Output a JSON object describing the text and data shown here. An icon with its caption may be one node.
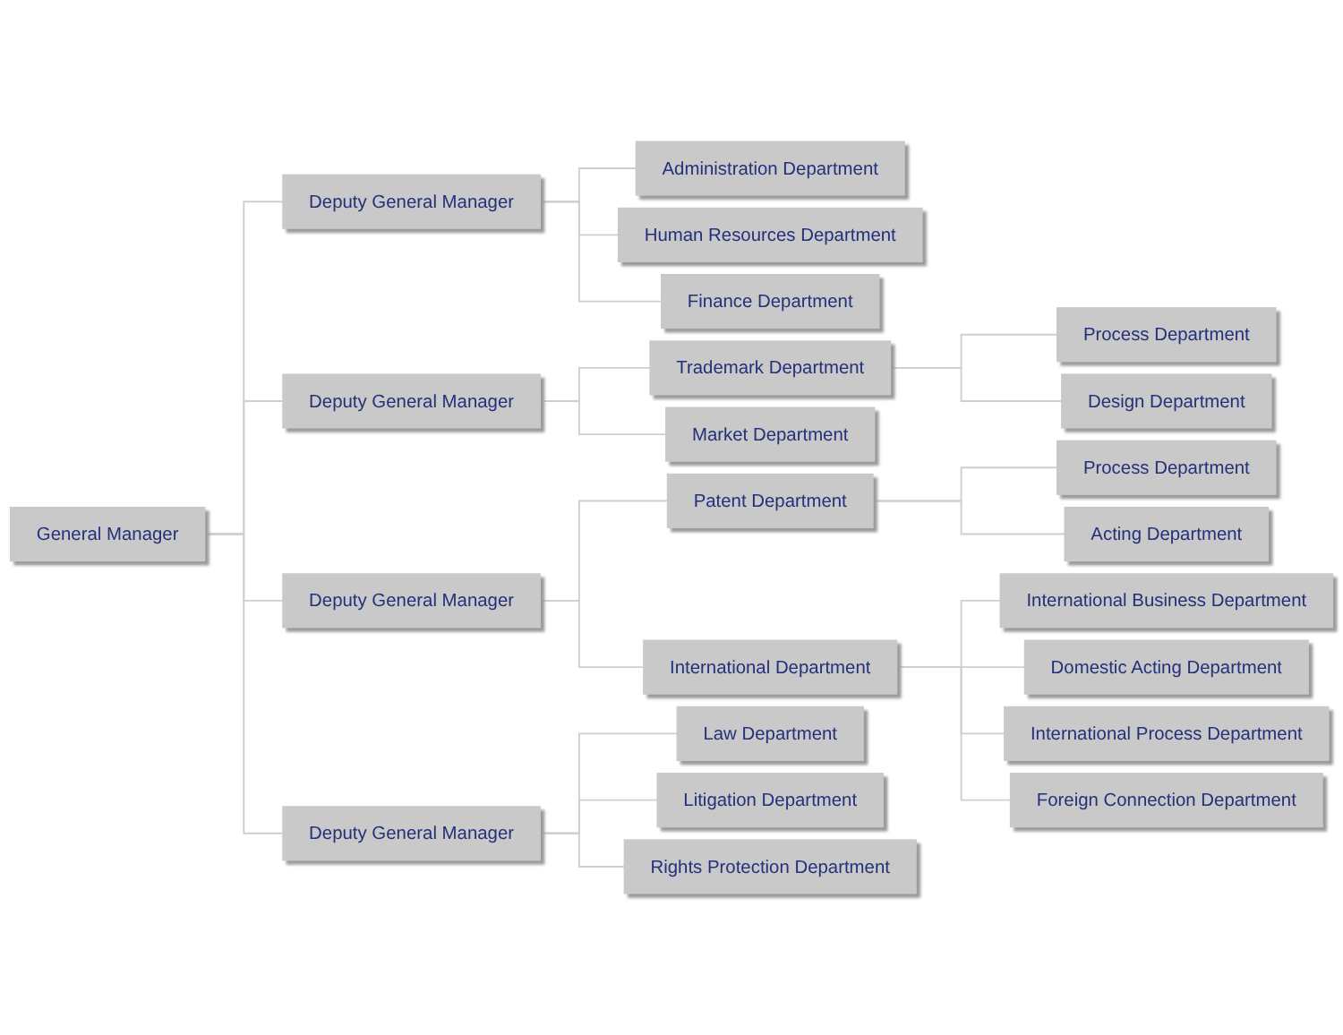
{
  "diagram": {
    "nodes": [
      {
        "text": [
          "General Manager"
        ]
      },
      {
        "text": [
          "Deputy General Manager"
        ]
      },
      {
        "text": [
          "Administration Department"
        ]
      },
      {
        "text": [
          "Human Resources Department"
        ]
      },
      {
        "text": [
          "Finance Department"
        ]
      },
      {
        "text": [
          "Deputy General Manager"
        ]
      },
      {
        "text": [
          "Trademark Department"
        ]
      },
      {
        "text": [
          "Process Department"
        ]
      },
      {
        "text": [
          "Design Department"
        ]
      },
      {
        "text": [
          "Market Department"
        ]
      },
      {
        "text": [
          "Deputy General Manager"
        ]
      },
      {
        "text": [
          "Patent Department"
        ]
      },
      {
        "text": [
          "Process Department"
        ]
      },
      {
        "text": [
          "Acting Department"
        ]
      },
      {
        "text": [
          "International Department"
        ]
      },
      {
        "text": [
          "International Business Department"
        ]
      },
      {
        "text": [
          "Domestic Acting Department"
        ]
      },
      {
        "text": [
          "International Process Department"
        ]
      },
      {
        "text": [
          "Foreign Connection Department"
        ]
      },
      {
        "text": [
          "Deputy General Manager"
        ]
      },
      {
        "text": [
          "Law Department"
        ]
      },
      {
        "text": [
          "Litigation Department"
        ]
      },
      {
        "text": [
          "Rights Protection Department"
        ]
      }
    ],
    "edges": [
      {
        "from": 0,
        "to": 1,
        "arrow": "none"
      },
      {
        "from": 1,
        "to": 2,
        "arrow": "none"
      },
      {
        "from": 1,
        "to": 3,
        "arrow": "none"
      },
      {
        "from": 1,
        "to": 4,
        "arrow": "none"
      },
      {
        "from": 0,
        "to": 5,
        "arrow": "none"
      },
      {
        "from": 5,
        "to": 6,
        "arrow": "none"
      },
      {
        "from": 6,
        "to": 7,
        "arrow": "none"
      },
      {
        "from": 6,
        "to": 8,
        "arrow": "none"
      },
      {
        "from": 5,
        "to": 9,
        "arrow": "none"
      },
      {
        "from": 0,
        "to": 10,
        "arrow": "none"
      },
      {
        "from": 10,
        "to": 11,
        "arrow": "none"
      },
      {
        "from": 11,
        "to": 12,
        "arrow": "none"
      },
      {
        "from": 11,
        "to": 13,
        "arrow": "none"
      },
      {
        "from": 10,
        "to": 14,
        "arrow": "none"
      },
      {
        "from": 14,
        "to": 15,
        "arrow": "none"
      },
      {
        "from": 14,
        "to": 16,
        "arrow": "none"
      },
      {
        "from": 14,
        "to": 17,
        "arrow": "none"
      },
      {
        "from": 14,
        "to": 18,
        "arrow": "none"
      },
      {
        "from": 0,
        "to": 19,
        "arrow": "none"
      },
      {
        "from": 19,
        "to": 20,
        "arrow": "none"
      },
      {
        "from": 19,
        "to": 21,
        "arrow": "none"
      },
      {
        "from": 19,
        "to": 22,
        "arrow": "none"
      }
    ]
  }
}
